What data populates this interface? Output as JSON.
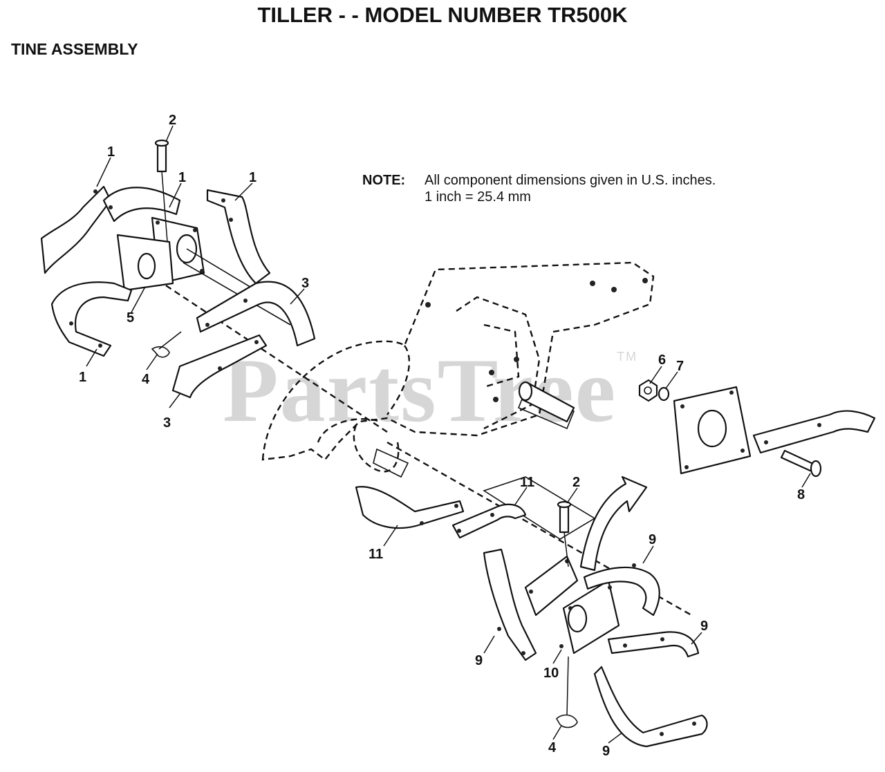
{
  "header": {
    "title": "TILLER - - MODEL NUMBER TR500K",
    "subtitle": "TINE ASSEMBLY"
  },
  "note": {
    "label": "NOTE:",
    "line1": "All component dimensions given in U.S. inches.",
    "line2": "1 inch = 25.4 mm"
  },
  "watermark": {
    "text": "PartsTree",
    "tm": "TM"
  },
  "callouts": {
    "c1a": "1",
    "c1b": "1",
    "c1c": "1",
    "c1d": "1",
    "c2a": "2",
    "c2b": "2",
    "c3a": "3",
    "c3b": "3",
    "c4a": "4",
    "c4b": "4",
    "c5": "5",
    "c6": "6",
    "c7": "7",
    "c8": "8",
    "c9a": "9",
    "c9b": "9",
    "c9c": "9",
    "c9d": "9",
    "c10": "10",
    "c11a": "11",
    "c11b": "11"
  }
}
